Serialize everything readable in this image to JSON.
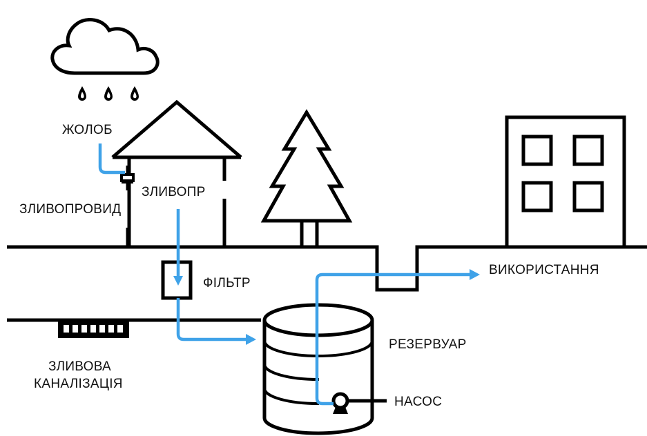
{
  "labels": {
    "gutter": "ЖОЛОБ",
    "downspout": "ЗЛИВОПРОВИД",
    "downspout_short": "ЗЛИВОПР",
    "filter": "ФІЛЬТР",
    "usage": "ВИКОРИСТАННЯ",
    "reservoir": "РЕЗЕРВУАР",
    "storm_sewer_line1": "ЗЛИВОВА",
    "storm_sewer_line2": "КАНАЛІЗАЦІЯ",
    "pump": "НАСОС"
  },
  "colors": {
    "line": "#000000",
    "water_flow": "#3fa2e8",
    "background": "#ffffff",
    "text": "#111111"
  },
  "icons": [
    "cloud-icon",
    "raindrop-icon",
    "house-icon",
    "tree-icon",
    "building-icon",
    "filter-icon",
    "tank-icon",
    "pump-icon",
    "drain-grate-icon"
  ]
}
